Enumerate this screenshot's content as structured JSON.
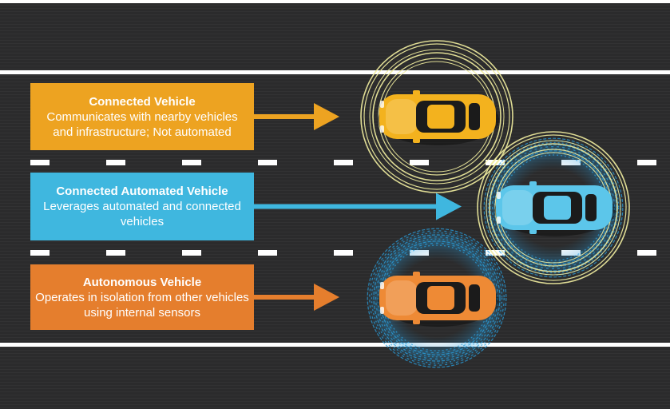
{
  "colors": {
    "road": "#2b2b2c",
    "lane_line": "#ffffff",
    "connected": "#eda321",
    "connected_automated": "#3fb7df",
    "autonomous": "#e57e2d",
    "signal_ring": "#f2eea0",
    "sensor_ring": "#2aa2e2"
  },
  "categories": [
    {
      "key": "connected",
      "title": "Connected Vehicle",
      "description": "Communicates with nearby vehicles and infrastructure; Not automated",
      "color": "#eda321",
      "car_color": "#f3b21e",
      "icon": "car-icon",
      "features": [
        "wireless-signal-rings"
      ]
    },
    {
      "key": "connected_automated",
      "title": "Connected Automated Vehicle",
      "description": "Leverages automated and connected vehicles",
      "color": "#3fb7df",
      "car_color": "#5cc6ea",
      "icon": "car-icon",
      "features": [
        "wireless-signal-rings",
        "sensor-field"
      ]
    },
    {
      "key": "autonomous",
      "title": "Autonomous Vehicle",
      "description": "Operates in isolation from other vehicles using internal sensors",
      "color": "#e57e2d",
      "car_color": "#ee8a35",
      "icon": "car-icon",
      "features": [
        "sensor-field"
      ]
    }
  ]
}
